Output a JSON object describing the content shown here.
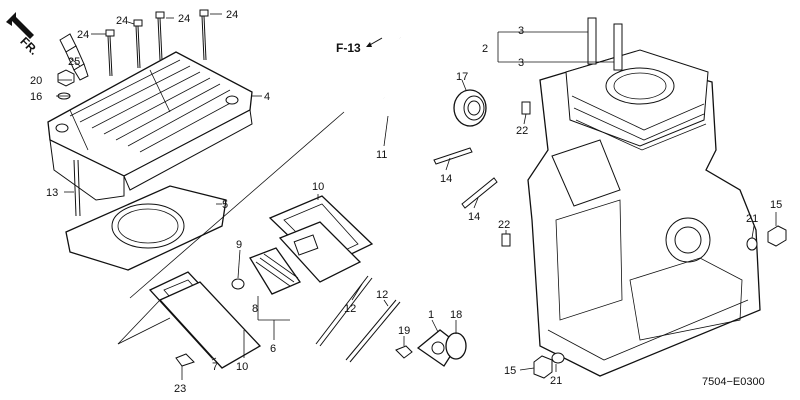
{
  "direction": {
    "label": "FR."
  },
  "reference": {
    "label": "F-13"
  },
  "diagram_code": "7504−E0300",
  "callouts": [
    {
      "key": "c25",
      "text": "25"
    },
    {
      "key": "c24a",
      "text": "24"
    },
    {
      "key": "c24b",
      "text": "24"
    },
    {
      "key": "c24c",
      "text": "24"
    },
    {
      "key": "c24d",
      "text": "24"
    },
    {
      "key": "c20",
      "text": "20"
    },
    {
      "key": "c16",
      "text": "16"
    },
    {
      "key": "c4",
      "text": "4"
    },
    {
      "key": "c13",
      "text": "13"
    },
    {
      "key": "c5",
      "text": "5"
    },
    {
      "key": "c11",
      "text": "11"
    },
    {
      "key": "c17",
      "text": "17"
    },
    {
      "key": "c3a",
      "text": "3"
    },
    {
      "key": "c2",
      "text": "2"
    },
    {
      "key": "c3b",
      "text": "3"
    },
    {
      "key": "c22a",
      "text": "22"
    },
    {
      "key": "c14a",
      "text": "14"
    },
    {
      "key": "c14b",
      "text": "14"
    },
    {
      "key": "c10a",
      "text": "10"
    },
    {
      "key": "c9",
      "text": "9"
    },
    {
      "key": "c8",
      "text": "8"
    },
    {
      "key": "c6",
      "text": "6"
    },
    {
      "key": "c10b",
      "text": "10"
    },
    {
      "key": "c7",
      "text": "7"
    },
    {
      "key": "c23",
      "text": "23"
    },
    {
      "key": "c12a",
      "text": "12"
    },
    {
      "key": "c12b",
      "text": "12"
    },
    {
      "key": "c19",
      "text": "19"
    },
    {
      "key": "c1",
      "text": "1"
    },
    {
      "key": "c18",
      "text": "18"
    },
    {
      "key": "c22b",
      "text": "22"
    },
    {
      "key": "c21a",
      "text": "21"
    },
    {
      "key": "c15a",
      "text": "15"
    },
    {
      "key": "c15b",
      "text": "15"
    },
    {
      "key": "c21b",
      "text": "21"
    }
  ]
}
